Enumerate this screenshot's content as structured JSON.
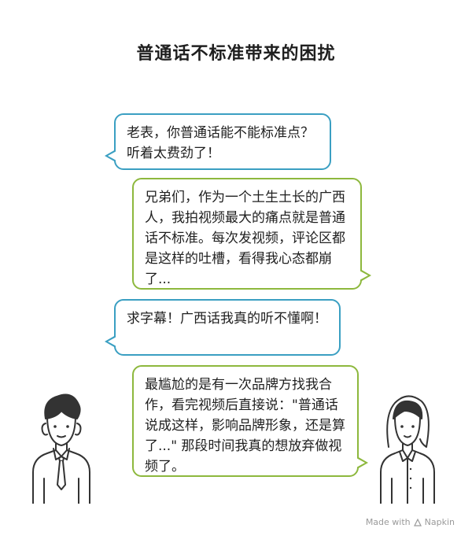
{
  "title": "普通话不标准带来的困扰",
  "bubbles": [
    {
      "text": "老表，你普通话能不能标准点？听着太费劲了！"
    },
    {
      "text": "兄弟们，作为一个土生土长的广西人，我拍视频最大的痛点就是普通话不标准。每次发视频，评论区都是这样的吐槽，看得我心态都崩了..."
    },
    {
      "text": "求字幕！广西话我真的听不懂啊！"
    },
    {
      "text": "最尴尬的是有一次品牌方找我合作，看完视频后直接说：\"普通话说成这样，影响品牌形象，还是算了...\" 那段时间我真的想放弃做视频了。"
    }
  ],
  "colors": {
    "blue_border": "#3a9fc2",
    "green_border": "#8db83d"
  },
  "figures": {
    "left": "man-icon",
    "right": "woman-icon"
  },
  "footer": {
    "made_with": "Made with",
    "brand": "Napkin"
  }
}
